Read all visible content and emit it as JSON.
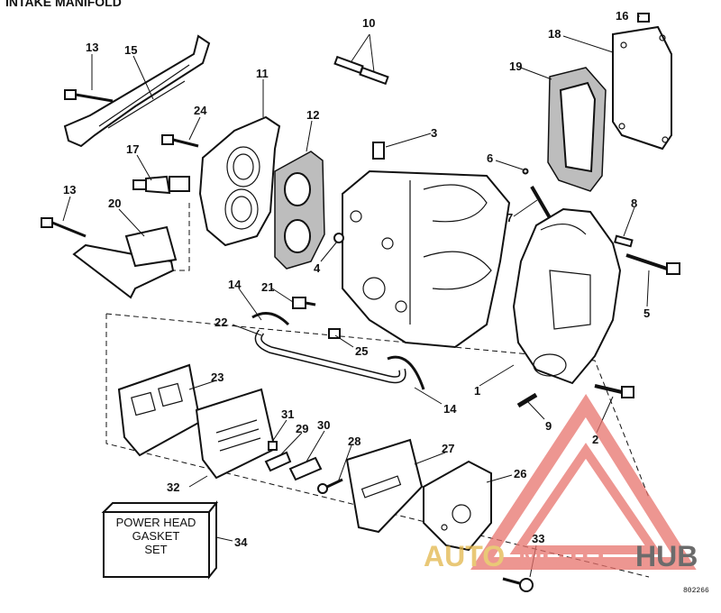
{
  "diagram": {
    "header_partial": "INTAKE MANIFOLD",
    "part_numbers": {
      "p1": "1",
      "p2": "2",
      "p3": "3",
      "p4": "4",
      "p5": "5",
      "p6": "6",
      "p7": "7",
      "p8": "8",
      "p9": "9",
      "p10": "10",
      "p11": "11",
      "p12": "12",
      "p13a": "13",
      "p13b": "13",
      "p14a": "14",
      "p14b": "14",
      "p15": "15",
      "p16": "16",
      "p17": "17",
      "p18": "18",
      "p19": "19",
      "p20": "20",
      "p21": "21",
      "p22": "22",
      "p23": "23",
      "p24": "24",
      "p25": "25",
      "p26": "26",
      "p27": "27",
      "p28": "28",
      "p29": "29",
      "p30": "30",
      "p31": "31",
      "p32": "32",
      "p33": "33",
      "p34": "34"
    },
    "gasket_set_label": [
      "POWER HEAD",
      "GASKET",
      "SET"
    ],
    "drawing_code": "802266"
  },
  "watermark": {
    "text_auto": "AUTO",
    "text_moto": "MOTO",
    "text_hub": "HUB",
    "color_primary": "#e8736d",
    "color_gold": "#e2b64a",
    "color_dark": "#3a3a3a"
  }
}
